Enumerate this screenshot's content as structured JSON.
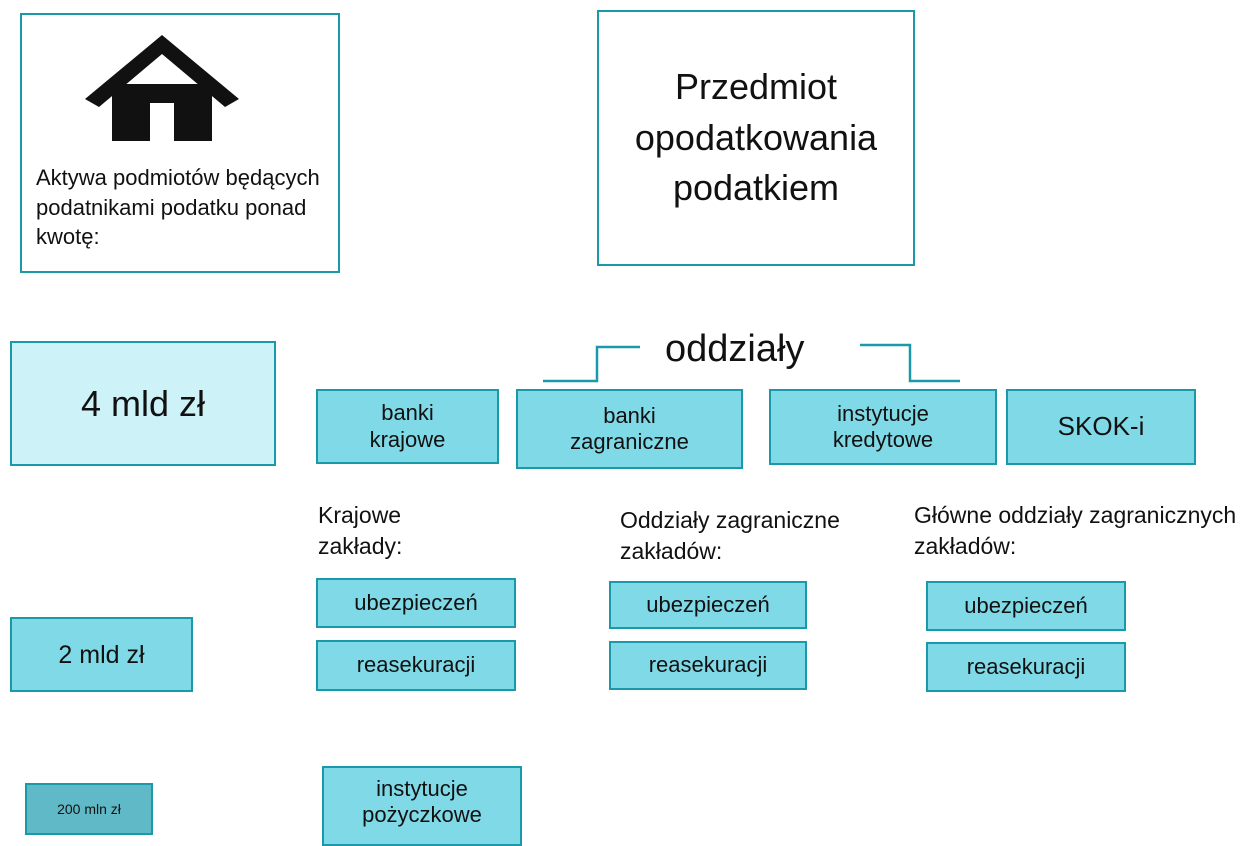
{
  "assets_box": {
    "text": "Aktywa podmiotów będących podatnikami podatku ponad kwotę:"
  },
  "title_box": {
    "text": "Przedmiot opodatkowania podatkiem"
  },
  "thresholds": {
    "t1": "4 mld zł",
    "t2": "2 mld zł",
    "t3": "200 mln zł"
  },
  "branches_label": "oddziały",
  "banks_row": [
    "banki krajowe",
    "banki zagraniczne",
    "instytucje kredytowe",
    "SKOK-i"
  ],
  "insurance_groups": [
    {
      "heading": "Krajowe zakłady:",
      "items": [
        "ubezpieczeń",
        "reasekuracji"
      ]
    },
    {
      "heading": "Oddziały zagraniczne zakładów:",
      "items": [
        "ubezpieczeń",
        "reasekuracji"
      ]
    },
    {
      "heading": "Główne oddziały zagranicznych  zakładów:",
      "items": [
        "ubezpieczeń",
        "reasekuracji"
      ]
    }
  ],
  "loan_institutions": "instytucje pożyczkowe",
  "colors": {
    "accent_border": "#1a9aa8",
    "card_fill": "#7fd9e6",
    "light_fill": "#cdf3f8"
  },
  "icons": {
    "house": "house-icon"
  }
}
